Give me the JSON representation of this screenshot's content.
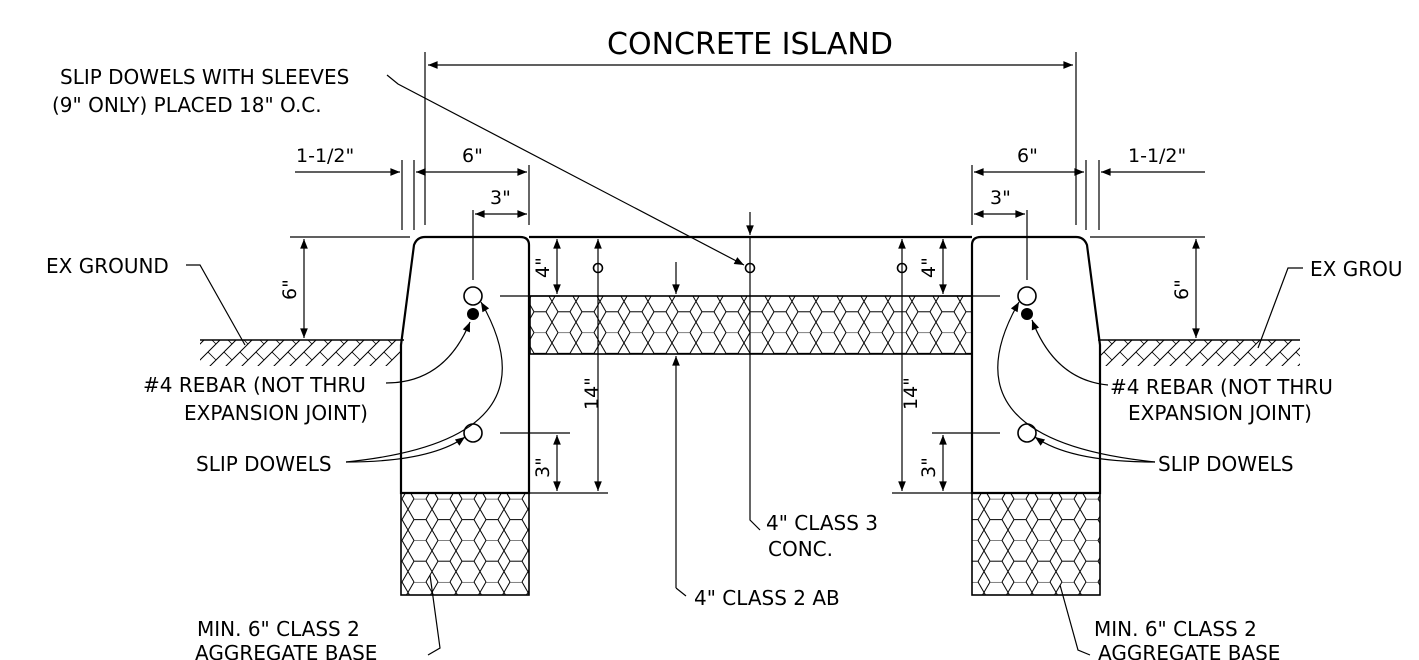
{
  "title": "CONCRETE ISLAND",
  "labels": {
    "slip_dowels_sleeves_1": "SLIP DOWELS WITH SLEEVES",
    "slip_dowels_sleeves_2": "(9\" ONLY) PLACED 18\" O.C.",
    "ex_ground_left": "EX GROUND",
    "ex_ground_right": "EX GROU",
    "rebar_left_1": "#4 REBAR (NOT THRU",
    "rebar_left_2": "EXPANSION JOINT)",
    "rebar_right_1": "#4 REBAR (NOT THRU",
    "rebar_right_2": "EXPANSION JOINT)",
    "slip_dowels_left": "SLIP DOWELS",
    "slip_dowels_right": "SLIP DOWELS",
    "class3_1": "4\" CLASS 3",
    "class3_2": "CONC.",
    "class2_ab": "4\" CLASS 2 AB",
    "agg_left_1": "MIN. 6\" CLASS 2",
    "agg_left_2": "AGGREGATE BASE",
    "agg_right_1": "MIN. 6\" CLASS 2",
    "agg_right_2": "AGGREGATE BASE"
  },
  "dimensions": {
    "left_1_5": "1-1/2\"",
    "left_6": "6\"",
    "left_3": "3\"",
    "left_curb_6": "6\"",
    "left_4": "4\"",
    "left_14": "14\"",
    "left_3_bottom": "3\"",
    "right_1_5": "1-1/2\"",
    "right_6": "6\"",
    "right_3": "3\"",
    "right_curb_6": "6\"",
    "right_4": "4\"",
    "right_14": "14\"",
    "right_3_bottom": "3\""
  }
}
